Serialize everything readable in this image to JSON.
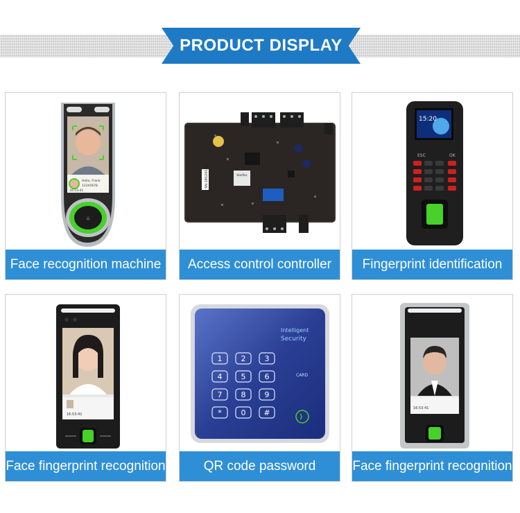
{
  "banner": {
    "title": "PRODUCT DISPLAY"
  },
  "products": [
    {
      "label": "Face recognition machine",
      "icon": "face-recognition-terminal"
    },
    {
      "label": "Access control controller",
      "icon": "circuit-board"
    },
    {
      "label": "Fingerprint identification",
      "icon": "fingerprint-keypad-terminal"
    },
    {
      "label": "Face fingerprint recognition",
      "icon": "face-fingerprint-terminal-black"
    },
    {
      "label": "QR code password",
      "icon": "keypad-panel"
    },
    {
      "label": "Face fingerprint recognition",
      "icon": "face-fingerprint-terminal-silver"
    }
  ],
  "screens": {
    "p1_name": "Hello, Frank",
    "p1_code": "12345678",
    "p1_time": "16:53:41",
    "p3_time": "15:20",
    "p3_esc": "ESC",
    "p3_ok": "OK",
    "p4_time": "16:53:41",
    "p6_time": "16:53:41",
    "pcb_brand": "Hanflus",
    "pcb_sn": "SN:18120100"
  },
  "keypad": {
    "brand_line1": "Intelligent",
    "brand_line2": "Security",
    "card_label": "CARD",
    "keys": [
      "1",
      "2",
      "3",
      "4",
      "5",
      "6",
      "7",
      "8",
      "9",
      "*",
      "0",
      "#"
    ]
  },
  "colors": {
    "accent": "#2f8fd6",
    "banner": "#1e7ac4",
    "green": "#47d12a"
  }
}
